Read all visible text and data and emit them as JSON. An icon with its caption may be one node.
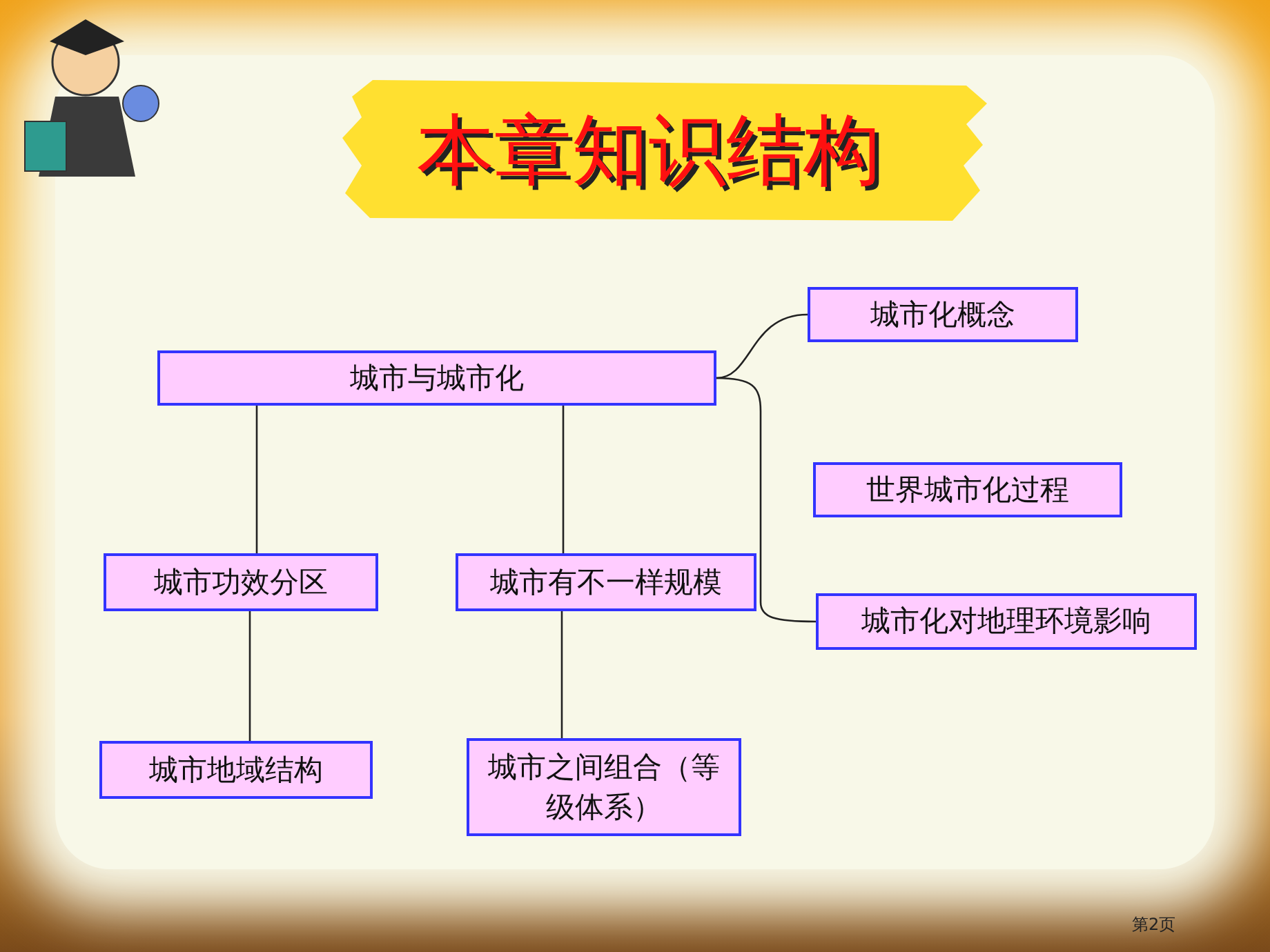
{
  "diagram": {
    "title": "本章知识结构",
    "nodes": [
      {
        "text": [
          "城市化概念"
        ]
      },
      {
        "text": [
          "城市与城市化"
        ]
      },
      {
        "text": [
          "世界城市化过程"
        ]
      },
      {
        "text": [
          "城市功效分区"
        ]
      },
      {
        "text": [
          "城市有不一样规模"
        ]
      },
      {
        "text": [
          "城市化对地理环境影响"
        ]
      },
      {
        "text": [
          "城市地域结构"
        ]
      },
      {
        "text": [
          "城市之间组合（等级体系）"
        ]
      }
    ],
    "edges": [
      {
        "from": 1,
        "to": 0,
        "arrow": "none"
      },
      {
        "from": 1,
        "to": 5,
        "arrow": "none"
      },
      {
        "from": 1,
        "to": 3,
        "arrow": "none"
      },
      {
        "from": 1,
        "to": 4,
        "arrow": "none"
      },
      {
        "from": 3,
        "to": 6,
        "arrow": "none"
      },
      {
        "from": 4,
        "to": 7,
        "arrow": "none"
      }
    ],
    "labels": [
      "第2页"
    ]
  }
}
